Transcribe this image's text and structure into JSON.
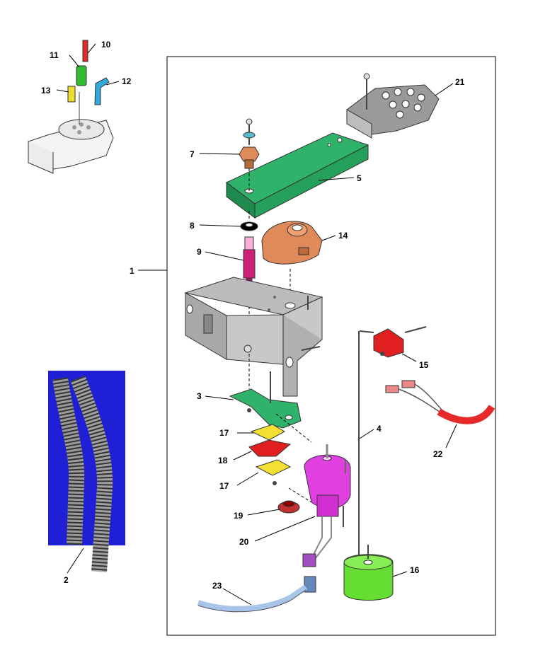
{
  "callouts": {
    "c1": "1",
    "c2": "2",
    "c3": "3",
    "c4": "4",
    "c5": "5",
    "c7": "7",
    "c8": "8",
    "c9": "9",
    "c10": "10",
    "c11": "11",
    "c12": "12",
    "c13": "13",
    "c14": "14",
    "c15": "15",
    "c16": "16",
    "c17a": "17",
    "c17b": "17",
    "c18": "18",
    "c19": "19",
    "c20": "20",
    "c21": "21",
    "c22": "22",
    "c23": "23"
  },
  "colors": {
    "bracket": "#2fb36a",
    "cover": "#e08a5a",
    "spacer": "#d0207a",
    "motor": "#e040e0",
    "float": "#66dd33",
    "hose_bg": "#1f1fd6",
    "shim": "#f2e033",
    "switch": "#e02020",
    "wire_red": "#e62a2a",
    "cord": "#a8c4e8",
    "frame": "#bcbcbc",
    "grommet": "#c03030",
    "nut_gold": "#e0c040",
    "wire_green": "#33bb33",
    "wire_yellow": "#eedd33",
    "wire_blue": "#33aadd"
  }
}
